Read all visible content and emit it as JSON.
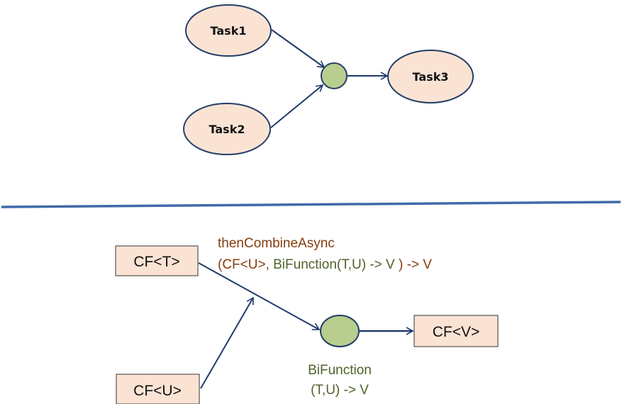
{
  "top_diagram": {
    "nodes": {
      "task1": "Task1",
      "task2": "Task2",
      "task3": "Task3"
    }
  },
  "bottom_diagram": {
    "boxes": {
      "cf_t": "CF<T>",
      "cf_u": "CF<U>",
      "cf_v": "CF<V>"
    },
    "method_label": {
      "line1": "thenCombineAsync",
      "line2_open": "(CF<U>, ",
      "line2_bifunction": "BiFunction(T,U) -> V",
      "line2_close": " ) -> V"
    },
    "combiner_label": {
      "line1": "BiFunction",
      "line2": "(T,U) -> V"
    }
  },
  "colors": {
    "ellipse_fill": "#FBE3D4",
    "node_stroke": "#243F67",
    "arrow": "#1F3A6B",
    "combiner_fill": "#B7CE8E",
    "divider": "#3F6BAA",
    "method_text": "#843C0C",
    "bifunction_text": "#4F6228"
  }
}
